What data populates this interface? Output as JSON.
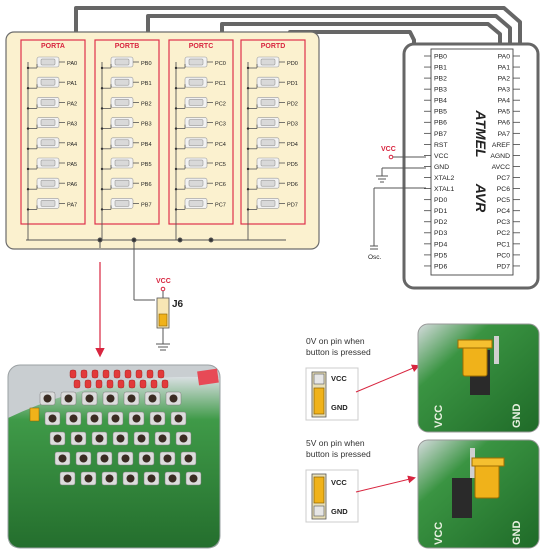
{
  "ports": [
    {
      "name": "PORTA",
      "pins": [
        "PA0",
        "PA1",
        "PA2",
        "PA3",
        "PA4",
        "PA5",
        "PA6",
        "PA7"
      ]
    },
    {
      "name": "PORTB",
      "pins": [
        "PB0",
        "PB1",
        "PB2",
        "PB3",
        "PB4",
        "PB5",
        "PB6",
        "PB7"
      ]
    },
    {
      "name": "PORTC",
      "pins": [
        "PC0",
        "PC1",
        "PC2",
        "PC3",
        "PC4",
        "PC5",
        "PC6",
        "PC7"
      ]
    },
    {
      "name": "PORTD",
      "pins": [
        "PD0",
        "PD1",
        "PD2",
        "PD3",
        "PD4",
        "PD5",
        "PD6",
        "PD7"
      ]
    }
  ],
  "chip": {
    "brand": "ATMEL",
    "family": "AVR",
    "left_pins": [
      "PB0",
      "PB1",
      "PB2",
      "PB3",
      "PB4",
      "PB5",
      "PB6",
      "PB7",
      "RST",
      "VCC",
      "GND",
      "XTAL2",
      "XTAL1",
      "PD0",
      "PD1",
      "PD2",
      "PD3",
      "PD4",
      "PD5",
      "PD6"
    ],
    "right_pins": [
      "PA0",
      "PA1",
      "PA2",
      "PA3",
      "PA4",
      "PA5",
      "PA6",
      "PA7",
      "AREF",
      "AGND",
      "AVCC",
      "PC7",
      "PC6",
      "PC5",
      "PC4",
      "PC3",
      "PC2",
      "PC1",
      "PC0",
      "PD7"
    ]
  },
  "labels": {
    "vcc_chip": "VCC",
    "vcc_jumper": "VCC",
    "jumper": "J6",
    "osc": "Osc."
  },
  "jumper_states": [
    {
      "caption_line1": "0V on pin when",
      "caption_line2": "button is pressed",
      "top": "VCC",
      "bottom": "GND",
      "cap_position": "bottom"
    },
    {
      "caption_line1": "5V on pin when",
      "caption_line2": "button is pressed",
      "top": "VCC",
      "bottom": "GND",
      "cap_position": "top"
    }
  ],
  "photo_labels": {
    "vcc": "VCC",
    "gnd": "GND"
  },
  "colors": {
    "panel": "#fbf1cf",
    "port_border": "#e0324b",
    "port_title": "#d8253f",
    "wire": "#555555",
    "chip_outline": "#555555",
    "arrow": "#d8253f",
    "jumper_cap": "#f0b21a",
    "pcb": "#2f8a3a"
  }
}
